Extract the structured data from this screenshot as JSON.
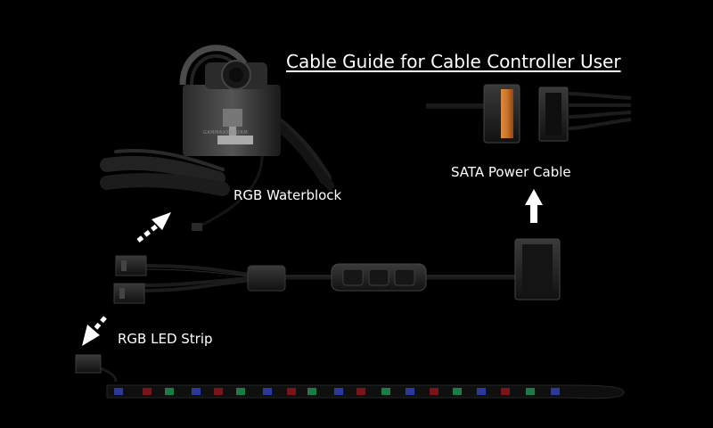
{
  "title": "Cable Guide for Cable Controller User",
  "labels": {
    "sata_power_cable": "SATA Power Cable",
    "rgb_waterblock": "RGB Waterblock",
    "rgb_led_strip": "RGB LED Strip"
  },
  "waterblock_brand": "GAMMAXXSTORM",
  "colors": {
    "background": "#000000",
    "text": "#ffffff",
    "sata_gold": "#c8742a",
    "led_red": "#7a1418",
    "led_green": "#1f7a4a",
    "led_blue": "#2a3a9a"
  },
  "icons": [
    "arrow-up-right-icon",
    "arrow-up-icon",
    "arrow-down-left-icon"
  ]
}
